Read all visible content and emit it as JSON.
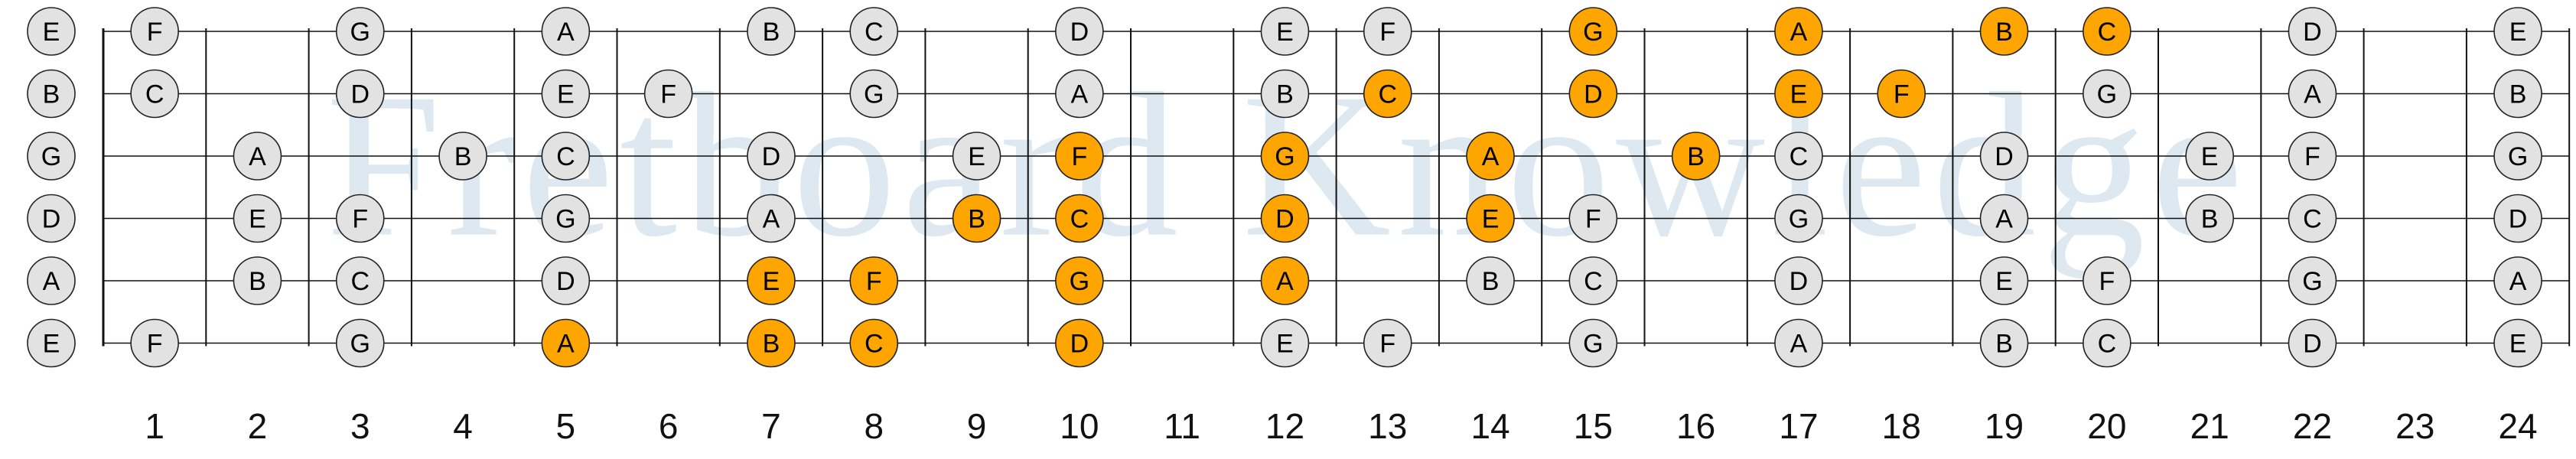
{
  "watermark": "Fretboard Knowledge",
  "colors": {
    "note_fill": "#e2e2e2",
    "highlight_fill": "#ffa500",
    "line": "#111111",
    "watermark": "#dde8f1"
  },
  "fret_numbers": [
    "1",
    "2",
    "3",
    "4",
    "5",
    "6",
    "7",
    "8",
    "9",
    "10",
    "11",
    "12",
    "13",
    "14",
    "15",
    "16",
    "17",
    "18",
    "19",
    "20",
    "21",
    "22",
    "23",
    "24"
  ],
  "strings": [
    {
      "name": "E",
      "notes": [
        {
          "fret": 1,
          "note": "F"
        },
        {
          "fret": 3,
          "note": "G"
        },
        {
          "fret": 5,
          "note": "A"
        },
        {
          "fret": 7,
          "note": "B"
        },
        {
          "fret": 8,
          "note": "C"
        },
        {
          "fret": 10,
          "note": "D"
        },
        {
          "fret": 12,
          "note": "E"
        },
        {
          "fret": 13,
          "note": "F"
        },
        {
          "fret": 15,
          "note": "G",
          "hl": true
        },
        {
          "fret": 17,
          "note": "A",
          "hl": true
        },
        {
          "fret": 19,
          "note": "B",
          "hl": true
        },
        {
          "fret": 20,
          "note": "C",
          "hl": true
        },
        {
          "fret": 22,
          "note": "D"
        },
        {
          "fret": 24,
          "note": "E"
        }
      ]
    },
    {
      "name": "B",
      "notes": [
        {
          "fret": 1,
          "note": "C"
        },
        {
          "fret": 3,
          "note": "D"
        },
        {
          "fret": 5,
          "note": "E"
        },
        {
          "fret": 6,
          "note": "F"
        },
        {
          "fret": 8,
          "note": "G"
        },
        {
          "fret": 10,
          "note": "A"
        },
        {
          "fret": 12,
          "note": "B"
        },
        {
          "fret": 13,
          "note": "C",
          "hl": true
        },
        {
          "fret": 15,
          "note": "D",
          "hl": true
        },
        {
          "fret": 17,
          "note": "E",
          "hl": true
        },
        {
          "fret": 18,
          "note": "F",
          "hl": true
        },
        {
          "fret": 20,
          "note": "G"
        },
        {
          "fret": 22,
          "note": "A"
        },
        {
          "fret": 24,
          "note": "B"
        }
      ]
    },
    {
      "name": "G",
      "notes": [
        {
          "fret": 2,
          "note": "A"
        },
        {
          "fret": 4,
          "note": "B"
        },
        {
          "fret": 5,
          "note": "C"
        },
        {
          "fret": 7,
          "note": "D"
        },
        {
          "fret": 9,
          "note": "E"
        },
        {
          "fret": 10,
          "note": "F",
          "hl": true
        },
        {
          "fret": 12,
          "note": "G",
          "hl": true
        },
        {
          "fret": 14,
          "note": "A",
          "hl": true
        },
        {
          "fret": 16,
          "note": "B",
          "hl": true
        },
        {
          "fret": 17,
          "note": "C"
        },
        {
          "fret": 19,
          "note": "D"
        },
        {
          "fret": 21,
          "note": "E"
        },
        {
          "fret": 22,
          "note": "F"
        },
        {
          "fret": 24,
          "note": "G"
        }
      ]
    },
    {
      "name": "D",
      "notes": [
        {
          "fret": 2,
          "note": "E"
        },
        {
          "fret": 3,
          "note": "F"
        },
        {
          "fret": 5,
          "note": "G"
        },
        {
          "fret": 7,
          "note": "A"
        },
        {
          "fret": 9,
          "note": "B",
          "hl": true
        },
        {
          "fret": 10,
          "note": "C",
          "hl": true
        },
        {
          "fret": 12,
          "note": "D",
          "hl": true
        },
        {
          "fret": 14,
          "note": "E",
          "hl": true
        },
        {
          "fret": 15,
          "note": "F"
        },
        {
          "fret": 17,
          "note": "G"
        },
        {
          "fret": 19,
          "note": "A"
        },
        {
          "fret": 21,
          "note": "B"
        },
        {
          "fret": 22,
          "note": "C"
        },
        {
          "fret": 24,
          "note": "D"
        }
      ]
    },
    {
      "name": "A",
      "notes": [
        {
          "fret": 2,
          "note": "B"
        },
        {
          "fret": 3,
          "note": "C"
        },
        {
          "fret": 5,
          "note": "D"
        },
        {
          "fret": 7,
          "note": "E",
          "hl": true
        },
        {
          "fret": 8,
          "note": "F",
          "hl": true
        },
        {
          "fret": 10,
          "note": "G",
          "hl": true
        },
        {
          "fret": 12,
          "note": "A",
          "hl": true
        },
        {
          "fret": 14,
          "note": "B"
        },
        {
          "fret": 15,
          "note": "C"
        },
        {
          "fret": 17,
          "note": "D"
        },
        {
          "fret": 19,
          "note": "E"
        },
        {
          "fret": 20,
          "note": "F"
        },
        {
          "fret": 22,
          "note": "G"
        },
        {
          "fret": 24,
          "note": "A"
        }
      ]
    },
    {
      "name": "E",
      "notes": [
        {
          "fret": 1,
          "note": "F"
        },
        {
          "fret": 3,
          "note": "G"
        },
        {
          "fret": 5,
          "note": "A",
          "hl": true
        },
        {
          "fret": 7,
          "note": "B",
          "hl": true
        },
        {
          "fret": 8,
          "note": "C",
          "hl": true
        },
        {
          "fret": 10,
          "note": "D",
          "hl": true
        },
        {
          "fret": 12,
          "note": "E"
        },
        {
          "fret": 13,
          "note": "F"
        },
        {
          "fret": 15,
          "note": "G"
        },
        {
          "fret": 17,
          "note": "A"
        },
        {
          "fret": 19,
          "note": "B"
        },
        {
          "fret": 20,
          "note": "C"
        },
        {
          "fret": 22,
          "note": "D"
        },
        {
          "fret": 24,
          "note": "E"
        }
      ]
    }
  ]
}
